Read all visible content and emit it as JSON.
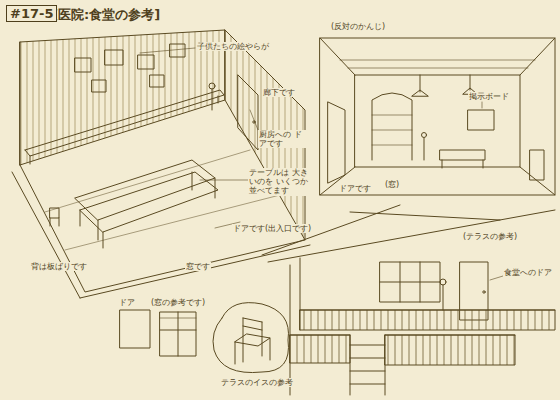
{
  "diagram": {
    "title": "[医院:食堂の参考]",
    "nodes": [
      {
        "text": [
          "#17-5"
        ]
      }
    ],
    "labels": [
      "子供たちの絵やらが",
      "廊下です",
      "厨房への ドアです",
      "テーブルは 大きいのを いくつか並べてます",
      "ドアです(出入口です)",
      "窓です",
      "背は板ばりです",
      "(反対のかんじ)",
      "掲示ボード",
      "(窓)",
      "ドアです",
      "(テラスの参考)",
      "食堂へのドア",
      "ドア",
      "(窓の参考です)",
      "テラスのイスの参考"
    ]
  }
}
